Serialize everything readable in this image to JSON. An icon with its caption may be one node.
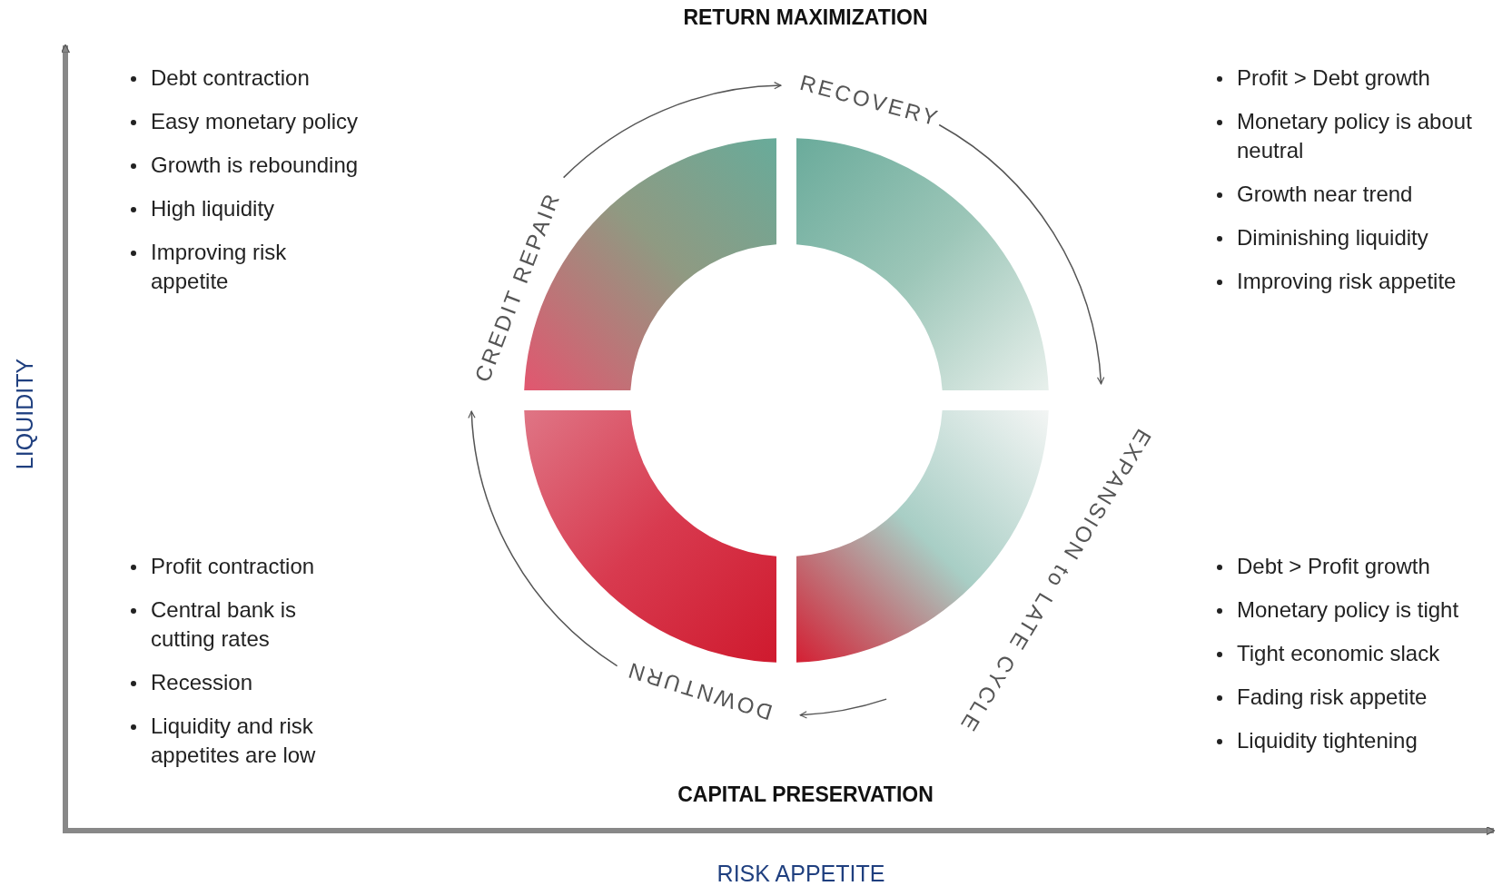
{
  "diagram": {
    "nodes": [
      {
        "text": [
          "CREDIT REPAIR"
        ]
      },
      {
        "text": [
          "RECOVERY"
        ]
      },
      {
        "text": [
          "EXPANSION to LATE CYCLE"
        ]
      },
      {
        "text": [
          "DOWNTURN"
        ]
      }
    ],
    "edges": [
      {
        "from": 0,
        "to": 1,
        "arrow": "to"
      },
      {
        "from": 1,
        "to": 2,
        "arrow": "to"
      },
      {
        "from": 2,
        "to": 3,
        "arrow": "to"
      },
      {
        "from": 3,
        "to": 0,
        "arrow": "to"
      }
    ],
    "labels": [
      "RETURN MAXIMIZATION",
      "Debt contraction",
      "Easy monetary policy",
      "Growth is rebounding",
      "High liquidity",
      "Improving risk appetite",
      "Profit > Debt growth",
      "Monetary policy is about neutral",
      "Growth near trend",
      "Diminishing liquidity",
      "Improving risk appetite",
      "LIQUIDITY",
      "Profit contraction",
      "Central bank is cutting rates",
      "Recession",
      "Liquidity and risk appetites are low",
      "Debt > Profit growth",
      "Monetary policy is tight",
      "Tight economic slack",
      "Fading risk appetite",
      "Liquidity tightening",
      "CAPITAL PRESERVATION",
      "RISK APPETITE"
    ]
  }
}
